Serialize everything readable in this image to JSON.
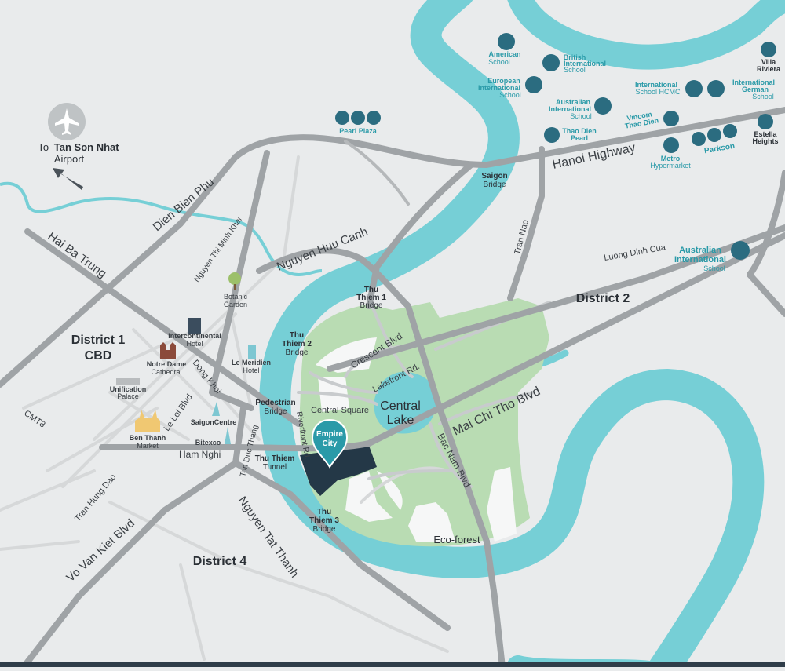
{
  "colors": {
    "background": "#e9ebec",
    "river": "#76cfd6",
    "park": "#b9dcb3",
    "road_major": "#9fa3a6",
    "road_minor": "#d6d8d9",
    "accent_teal": "#2a9aa8",
    "project": "#243847",
    "text_dark": "#2b3036"
  },
  "airport": {
    "prefix": "To",
    "name": "Tan Son Nhat",
    "suffix": "Airport",
    "icon": "airplane-icon"
  },
  "districts": {
    "d1_line1": "District 1",
    "d1_line2": "CBD",
    "d2": "District 2",
    "d4": "District 4"
  },
  "roads": {
    "hai_ba_trung": "Hai Ba Trung",
    "dien_bien_phu": "Dien Bien Phu",
    "nguyen_thi_minh_khai": "Nguyen Thi Minh Khai",
    "nguyen_huu_canh": "Nguyen Huu Canh",
    "hanoi_highway": "Hanoi Highway",
    "tran_nao": "Tran Nao",
    "luong_dinh_cua": "Luong Dinh Cua",
    "crescent_blvd": "Crescent Blvd",
    "lakefront_rd": "Lakefront Rd.",
    "central_square": "Central Square",
    "riverfront_rd": "Riverfront Rd.",
    "bac_nam_blvd": "Bac Nam Blvd",
    "mai_chi_tho_blvd": "Mai Chi Tho Blvd",
    "dong_khoi": "Dong Khoi",
    "le_loi_blvd": "Le Loi Blvd",
    "cmt8": "CMT8",
    "ham_nghi": "Ham Nghi",
    "ton_duc_thang": "Ton Duc Thang",
    "tran_hung_dao": "Tran Hung Dao",
    "vo_van_kiet_blvd": "Vo Van Kiet Blvd",
    "nguyen_tat_thanh": "Nguyen Tat Thanh"
  },
  "bridges": {
    "saigon": [
      "Saigon",
      "Bridge"
    ],
    "thu_thiem_1": [
      "Thu",
      "Thiem 1",
      "Bridge"
    ],
    "thu_thiem_2": [
      "Thu",
      "Thiem 2",
      "Bridge"
    ],
    "thu_thiem_3": [
      "Thu",
      "Thiem 3",
      "Bridge"
    ],
    "pedestrian": [
      "Pedestrian",
      "Bridge"
    ],
    "thu_thiem_tunnel": [
      "Thu Thiem",
      "Tunnel"
    ]
  },
  "areas": {
    "central_lake": [
      "Central",
      "Lake"
    ],
    "eco_forest": "Eco-forest"
  },
  "project": {
    "line1": "Empire",
    "line2": "City"
  },
  "landmarks": {
    "botanic": [
      "Botanic",
      "Garden"
    ],
    "intercontinental": [
      "Intercontinental",
      "Hotel"
    ],
    "notre_dame": [
      "Notre Dame",
      "Cathedral"
    ],
    "le_meridien": [
      "Le Meridien",
      "Hotel"
    ],
    "unification": [
      "Unification",
      "Palace"
    ],
    "ben_thanh": [
      "Ben Thanh",
      "Market"
    ],
    "saigoncentre": "SaigonCentre",
    "bitexco": "Bitexco"
  },
  "amenities": {
    "pearl_plaza": "Pearl Plaza",
    "american": [
      "American",
      "School"
    ],
    "british": [
      "British",
      "International",
      "School"
    ],
    "european": [
      "European",
      "International",
      "School"
    ],
    "australian_d2": [
      "Australian",
      "International",
      "School"
    ],
    "international_hcmc": [
      "International",
      "School HCMC"
    ],
    "international_german": [
      "International",
      "German",
      "School"
    ],
    "villa_riviera": [
      "Villa",
      "Riviera"
    ],
    "thao_dien_pearl": [
      "Thao Dien",
      "Pearl"
    ],
    "vincom": [
      "Vincom",
      "Thao Dien"
    ],
    "metro": [
      "Metro",
      "Hypermarket"
    ],
    "parkson": "Parkson",
    "estella": [
      "Estella",
      "Heights"
    ],
    "australian_big": [
      "Australian",
      "International",
      "School"
    ]
  }
}
